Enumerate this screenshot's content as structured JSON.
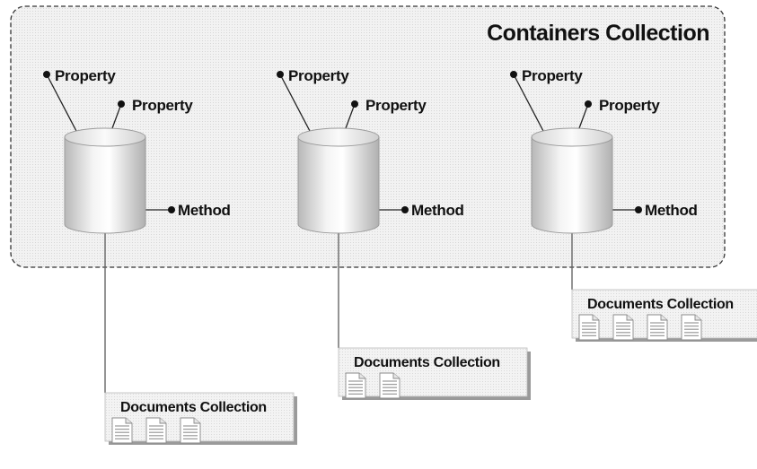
{
  "diagram": {
    "title": "Containers Collection",
    "containers": [
      {
        "property_top": "Property",
        "property_right": "Property",
        "method": "Method"
      },
      {
        "property_top": "Property",
        "property_right": "Property",
        "method": "Method"
      },
      {
        "property_top": "Property",
        "property_right": "Property",
        "method": "Method"
      }
    ],
    "document_collections": [
      {
        "title": "Documents Collection",
        "document_count": 3
      },
      {
        "title": "Documents Collection",
        "document_count": 2
      },
      {
        "title": "Documents Collection",
        "document_count": 4
      }
    ]
  }
}
